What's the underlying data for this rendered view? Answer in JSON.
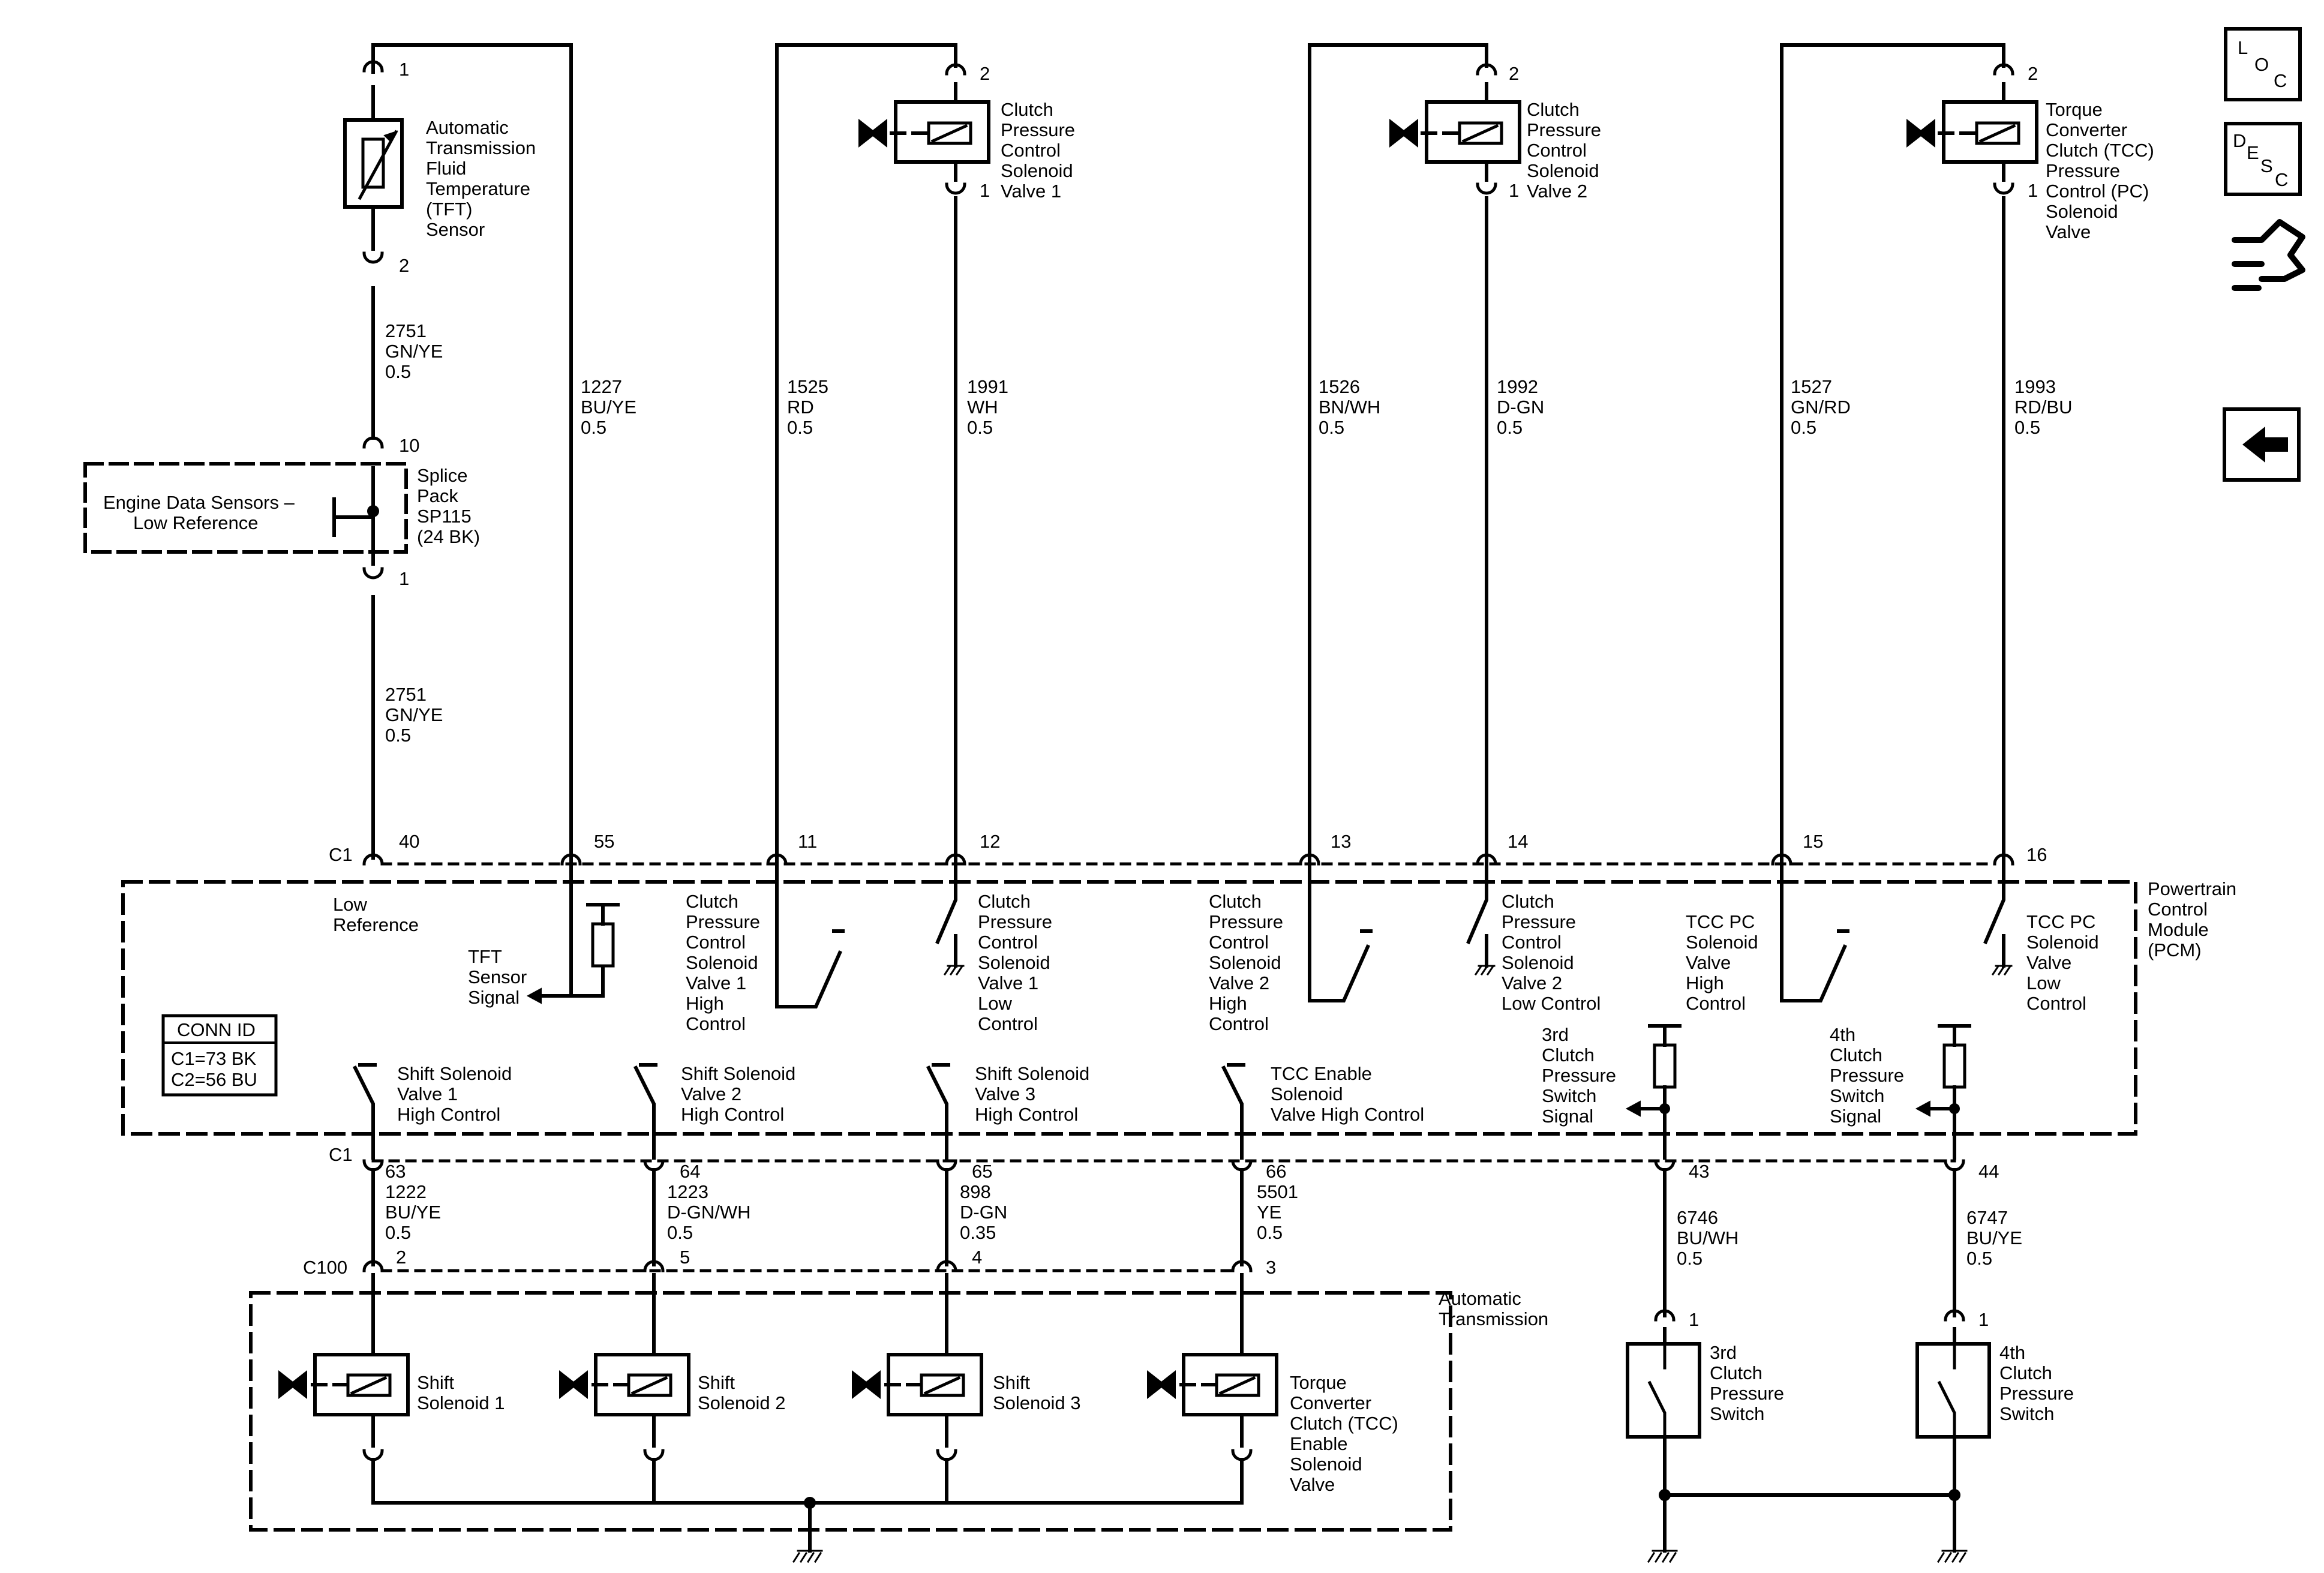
{
  "nav": {
    "loc": [
      "L",
      "O",
      "C"
    ],
    "desc": [
      "D",
      "E",
      "S",
      "C"
    ]
  },
  "components": {
    "tft_sensor": [
      "Automatic",
      "Transmission",
      "Fluid",
      "Temperature",
      "(TFT)",
      "Sensor"
    ],
    "cpc1": [
      "Clutch",
      "Pressure",
      "Control",
      "Solenoid",
      "Valve 1"
    ],
    "cpc2": [
      "Clutch",
      "Pressure",
      "Control",
      "Solenoid",
      "Valve 2"
    ],
    "tcc_pc": [
      "Torque",
      "Converter",
      "Clutch (TCC)",
      "Pressure",
      "Control (PC)",
      "Solenoid",
      "Valve"
    ],
    "splice": [
      "Splice",
      "Pack",
      "SP115",
      "(24 BK)"
    ],
    "engine_data": [
      "Engine Data Sensors –",
      "Low Reference"
    ],
    "pcm": [
      "Powertrain",
      "Control",
      "Module",
      "(PCM)"
    ],
    "auto_trans": [
      "Automatic",
      "Transmission"
    ],
    "shift1": [
      "Shift",
      "Solenoid 1"
    ],
    "shift2": [
      "Shift",
      "Solenoid 2"
    ],
    "shift3": [
      "Shift",
      "Solenoid 3"
    ],
    "tcc_enable": [
      "Torque",
      "Converter",
      "Clutch (TCC)",
      "Enable",
      "Solenoid",
      "Valve"
    ],
    "sw3": [
      "3rd",
      "Clutch",
      "Pressure",
      "Switch"
    ],
    "sw4": [
      "4th",
      "Clutch",
      "Pressure",
      "Switch"
    ]
  },
  "connectors": {
    "c1": "C1",
    "c100": "C100",
    "conn_id_title": "CONN ID",
    "conn_id_lines": [
      "C1=73 BK",
      "C2=56 BU"
    ]
  },
  "pins": {
    "tft_top": "1",
    "tft_bot": "2",
    "splice_top": "10",
    "splice_bot": "1",
    "cpc1": [
      "2",
      "1"
    ],
    "cpc2": [
      "2",
      "1"
    ],
    "tcc_pc": [
      "2",
      "1"
    ],
    "c1_top": [
      "40",
      "55",
      "11",
      "12",
      "13",
      "14",
      "15",
      "16"
    ],
    "c1_bottom": [
      "63",
      "64",
      "65",
      "66",
      "43",
      "44"
    ],
    "c100": [
      "2",
      "5",
      "4",
      "3"
    ],
    "sw3": "1",
    "sw4": "1"
  },
  "wires": {
    "w2751a": [
      "2751",
      "GN/YE",
      "0.5"
    ],
    "w2751b": [
      "2751",
      "GN/YE",
      "0.5"
    ],
    "w1227": [
      "1227",
      "BU/YE",
      "0.5"
    ],
    "w1525": [
      "1525",
      "RD",
      "0.5"
    ],
    "w1991": [
      "1991",
      "WH",
      "0.5"
    ],
    "w1526": [
      "1526",
      "BN/WH",
      "0.5"
    ],
    "w1992": [
      "1992",
      "D-GN",
      "0.5"
    ],
    "w1527": [
      "1527",
      "GN/RD",
      "0.5"
    ],
    "w1993": [
      "1993",
      "RD/BU",
      "0.5"
    ],
    "w1222": [
      "1222",
      "BU/YE",
      "0.5"
    ],
    "w1223": [
      "1223",
      "D-GN/WH",
      "0.5"
    ],
    "w898": [
      "898",
      "D-GN",
      "0.35"
    ],
    "w5501": [
      "5501",
      "YE",
      "0.5"
    ],
    "w6746": [
      "6746",
      "BU/WH",
      "0.5"
    ],
    "w6747": [
      "6747",
      "BU/YE",
      "0.5"
    ]
  },
  "pcm_labels": {
    "low_ref": [
      "Low",
      "Reference"
    ],
    "tft_signal": [
      "TFT",
      "Sensor",
      "Signal"
    ],
    "cpc1_high": [
      "Clutch",
      "Pressure",
      "Control",
      "Solenoid",
      "Valve 1",
      "High",
      "Control"
    ],
    "cpc1_low": [
      "Clutch",
      "Pressure",
      "Control",
      "Solenoid",
      "Valve 1",
      "Low",
      "Control"
    ],
    "cpc2_high": [
      "Clutch",
      "Pressure",
      "Control",
      "Solenoid",
      "Valve 2",
      "High",
      "Control"
    ],
    "cpc2_low": [
      "Clutch",
      "Pressure",
      "Control",
      "Solenoid",
      "Valve 2",
      "Low Control"
    ],
    "tccpc_high": [
      "TCC PC",
      "Solenoid",
      "Valve",
      "High",
      "Control"
    ],
    "tccpc_low": [
      "TCC PC",
      "Solenoid",
      "Valve",
      "Low",
      "Control"
    ],
    "ss1_high": [
      "Shift Solenoid",
      "Valve 1",
      "High Control"
    ],
    "ss2_high": [
      "Shift Solenoid",
      "Valve 2",
      "High Control"
    ],
    "ss3_high": [
      "Shift Solenoid",
      "Valve 3",
      "High Control"
    ],
    "tcc_enable_high": [
      "TCC Enable",
      "Solenoid",
      "Valve High Control"
    ],
    "sw3_signal": [
      "3rd",
      "Clutch",
      "Pressure",
      "Switch",
      "Signal"
    ],
    "sw4_signal": [
      "4th",
      "Clutch",
      "Pressure",
      "Switch",
      "Signal"
    ]
  }
}
